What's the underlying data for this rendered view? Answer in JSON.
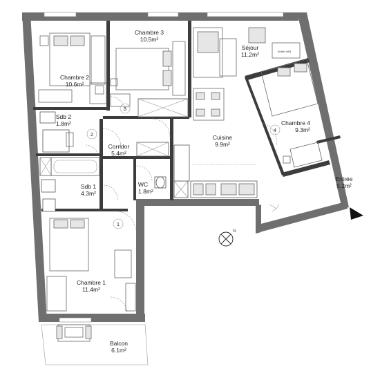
{
  "plan": {
    "rooms": [
      {
        "id": "chambre2",
        "name": "Chambre 2",
        "area": "10.6m²"
      },
      {
        "id": "chambre3",
        "name": "Chambre 3",
        "area": "10.5m²"
      },
      {
        "id": "sejour",
        "name": "Séjour",
        "area": "11.2m²"
      },
      {
        "id": "chambre4",
        "name": "Chambre 4",
        "area": "9.3m²"
      },
      {
        "id": "sdb2",
        "name": "Sdb 2",
        "area": "1.8m²"
      },
      {
        "id": "corridor",
        "name": "Corridor",
        "area": "5.4m²"
      },
      {
        "id": "cuisine",
        "name": "Cuisine",
        "area": "9.9m²"
      },
      {
        "id": "sdb1",
        "name": "Sdb 1",
        "area": "4.3m²"
      },
      {
        "id": "wc",
        "name": "WC",
        "area": "1.8m²"
      },
      {
        "id": "entree",
        "name": "Entrée",
        "area": "5.2m²"
      },
      {
        "id": "chambre1",
        "name": "Chambre 1",
        "area": "11.4m²"
      },
      {
        "id": "balcon",
        "name": "Balcon",
        "area": "6.1m²"
      }
    ],
    "door_markers": [
      "1",
      "2",
      "3",
      "4"
    ],
    "furniture_note": "Buffet IMM",
    "compass_letter": "N"
  }
}
